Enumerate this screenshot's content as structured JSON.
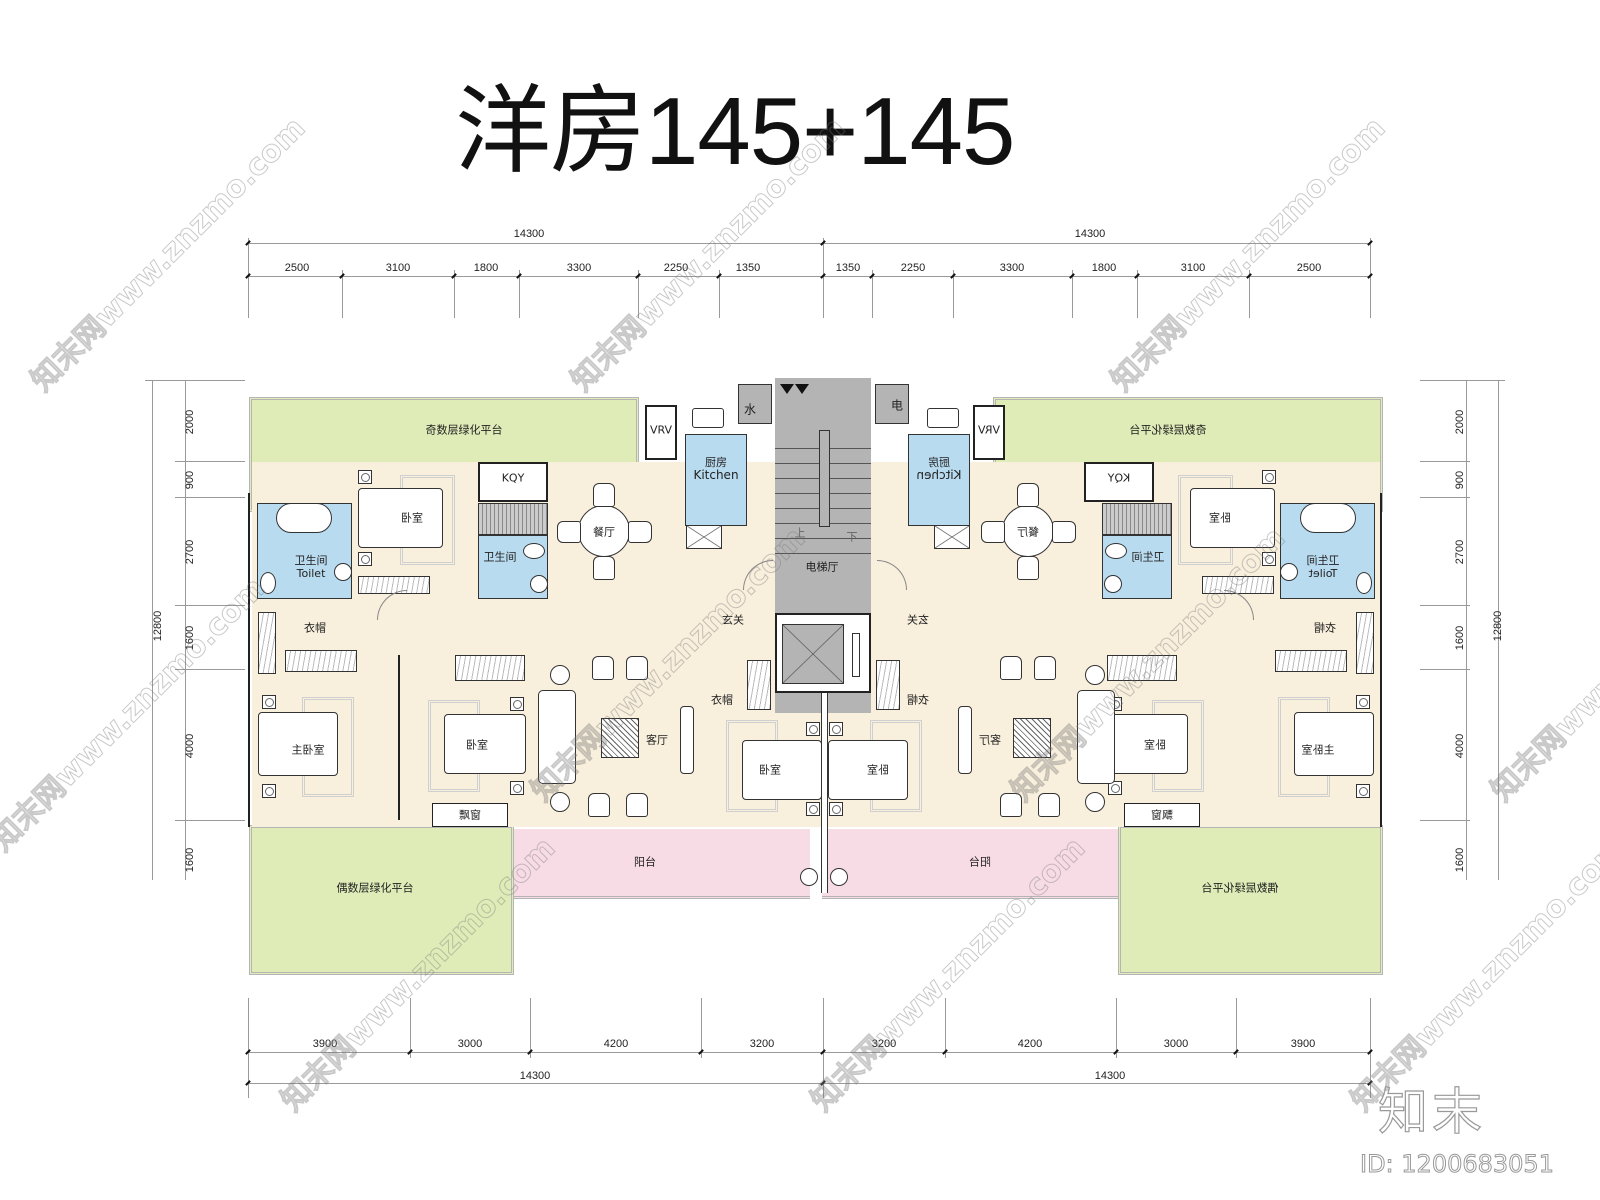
{
  "title": "洋房145+145",
  "dimensions": {
    "top_total": [
      "14300",
      "14300"
    ],
    "top_segments_left": [
      "2500",
      "3100",
      "1800",
      "3300",
      "2250",
      "1350"
    ],
    "top_segments_right": [
      "1350",
      "2250",
      "3300",
      "1800",
      "3100",
      "2500"
    ],
    "bottom_segments_left": [
      "3900",
      "3000",
      "4200",
      "3200"
    ],
    "bottom_segments_right": [
      "3200",
      "4200",
      "3000",
      "3900"
    ],
    "bottom_total": [
      "14300",
      "14300"
    ],
    "left_segments": [
      "2000",
      "900",
      "2700",
      "1600",
      "4000",
      "1600"
    ],
    "left_total": "12800",
    "right_segments": [
      "2000",
      "900",
      "2700",
      "1600",
      "4000",
      "1600"
    ],
    "right_total": "12800"
  },
  "rooms": {
    "odd_terrace": "奇数层绿化平台",
    "even_terrace": "偶数层绿化平台",
    "bedroom": "卧室",
    "master_bedroom": "主卧室",
    "bathroom": "卫生间",
    "toilet_en": "Toilet",
    "kitchen": "厨房",
    "kitchen_en": "Kitchen",
    "dining": "餐厅",
    "living": "客厅",
    "foyer": "玄关",
    "cloakroom": "衣帽",
    "bay_window": "飘窗",
    "balcony": "阳台",
    "elevator_hall": "电梯厅",
    "kqy": "KQY",
    "vrv": "VRV",
    "water": "水",
    "electric": "电",
    "up": "上",
    "down": "下"
  },
  "watermark": {
    "site": "知末网www.znzmo.com",
    "brand": "知末",
    "id": "ID: 1200683051"
  },
  "colors": {
    "terrace_green": "#dfecb8",
    "floor_beige": "#f8efdd",
    "wet_blue": "#b8dbef",
    "core_gray": "#b4b4b4",
    "balcony_pink": "#f7dce6"
  }
}
